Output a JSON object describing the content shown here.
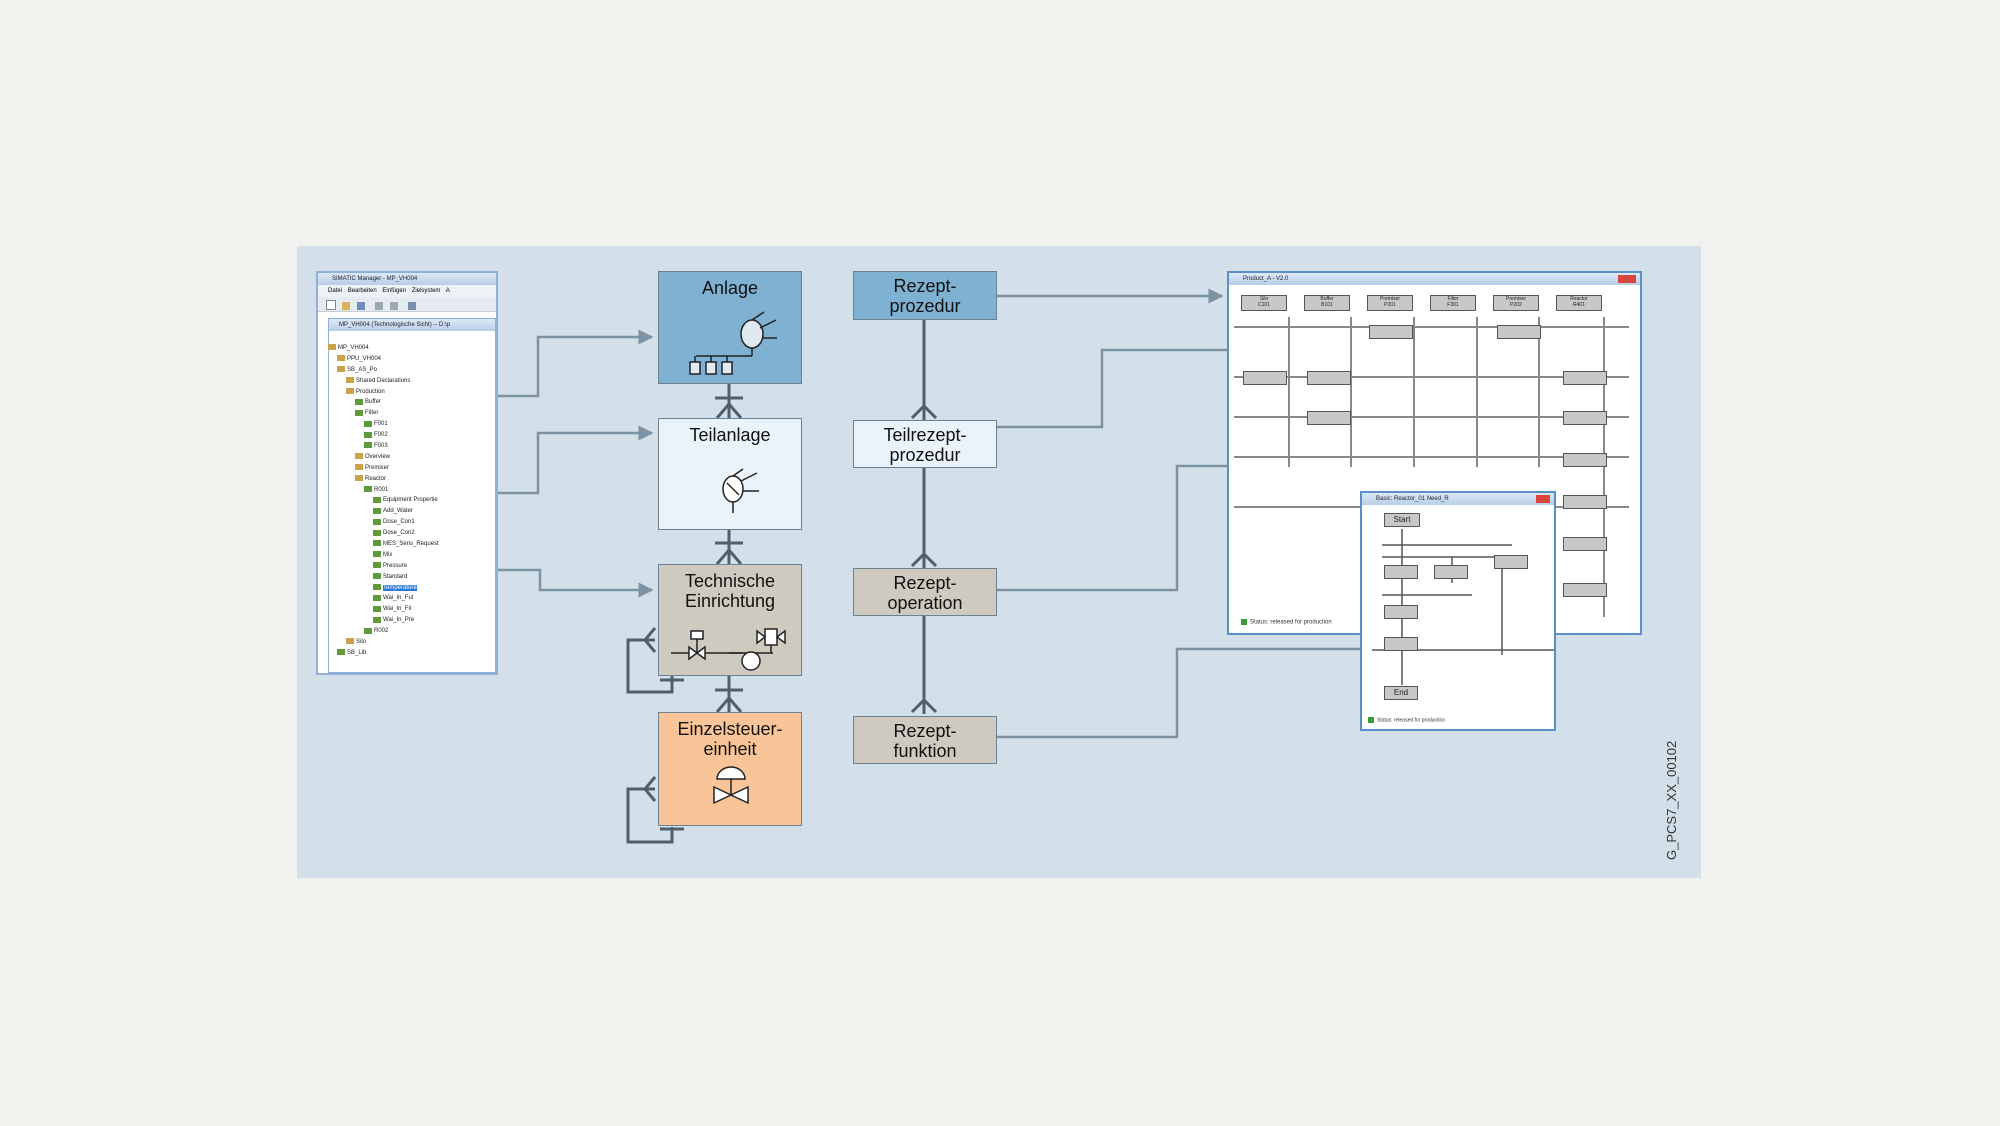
{
  "hierarchy": {
    "plant": "Anlage",
    "unit": "Teilanlage",
    "equipment_module": "Technische\nEinrichtung",
    "control_module": "Einzelsteuer-\neinheit"
  },
  "recipe": {
    "procedure": "Rezept-\nprozedur",
    "unit_procedure": "Teilrezept-\nprozedur",
    "operation": "Rezept-\noperation",
    "function": "Rezept-\nfunktion"
  },
  "simatic_window": {
    "title": "SIMATIC Manager - MP_VH004",
    "menu": [
      "Datei",
      "Bearbeiten",
      "Einfügen",
      "Zielsystem",
      "A"
    ],
    "subtitle": "MP_VH004 (Technologische Sicht) -- D:\\p",
    "tree": [
      "MP_VH004",
      "PPU_VH004",
      "SB_AS_Po",
      "Shared Declarations",
      "Production",
      "Buffer",
      "Filter",
      "F001",
      "F002",
      "F003",
      "Overview",
      "Premixer",
      "Reactor",
      "R001",
      "Equipment Propertie",
      "Add_Water",
      "Dose_Con1",
      "Dose_Con2",
      "MES_Sens_Request",
      "Mix",
      "Pressure",
      "Standard",
      "Temperature",
      "Wai_In_Ful",
      "Wai_In_Fil",
      "Wai_In_Pre",
      "R002",
      "Silo",
      "SB_Lib"
    ],
    "selected_index": 22
  },
  "recipe_window": {
    "title": "Product_A - V2.0",
    "columns": [
      "Silo\nC101",
      "Buffer\nB101",
      "Premixer\nP201",
      "Filter\nF301",
      "Premixer\nP202",
      "Reactor\nR401"
    ],
    "status": "Status: released for production"
  },
  "sfc_window": {
    "title": "Basic: Reactor_01 Need_R",
    "start": "Start",
    "end": "End",
    "status": "Status: released for production"
  },
  "figure_id": "G_PCS7_XX_00102",
  "colors": {
    "plant": "#7fb1d3",
    "unit": "#e9f3f9",
    "equipment_module": "#cfcac0",
    "control_module": "#f9c598",
    "connector": "#7d93a4"
  }
}
